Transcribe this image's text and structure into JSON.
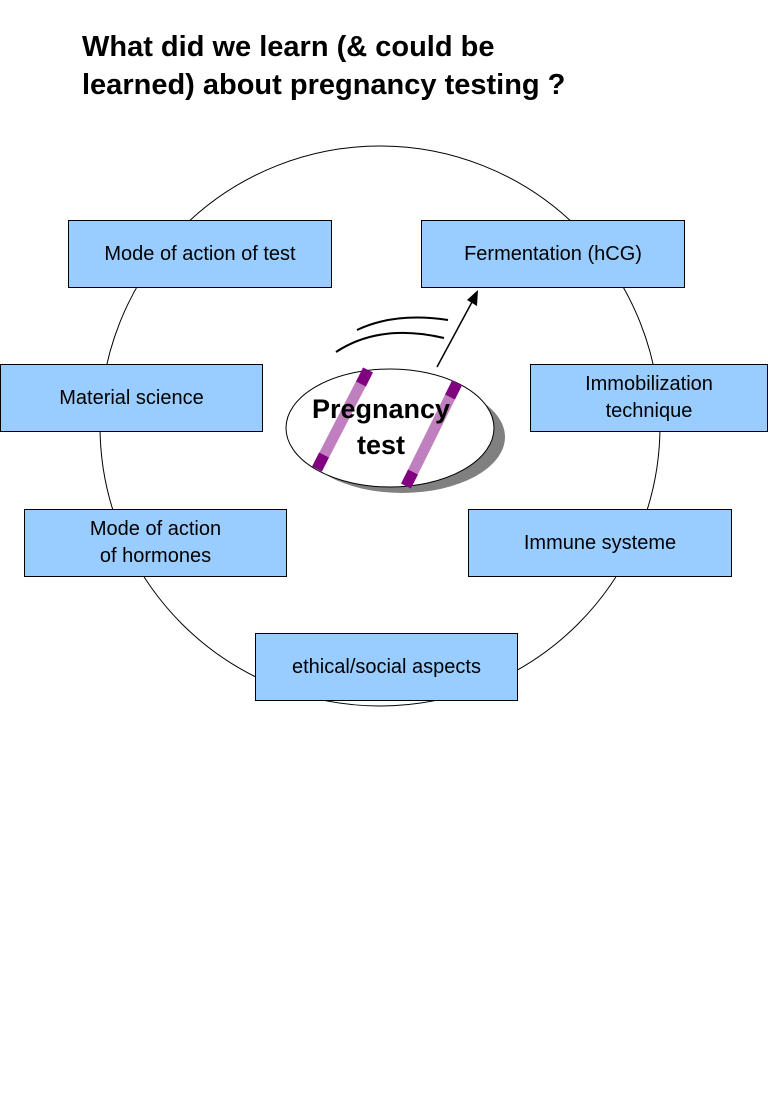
{
  "title": "What did we learn (& could be\nlearned) about pregnancy testing ?",
  "center": {
    "label": "Pregnancy\ntest"
  },
  "topics": [
    "Mode of action of test",
    "Fermentation (hCG)",
    "Material science",
    "Immobilization\ntechnique",
    "Mode of action\nof hormones",
    "Immune systeme",
    "ethical/social aspects"
  ],
  "colors": {
    "box_fill": "#99ccff",
    "stripe": "#800080",
    "stripe_light": "#c080c0",
    "shadow": "#808080"
  }
}
